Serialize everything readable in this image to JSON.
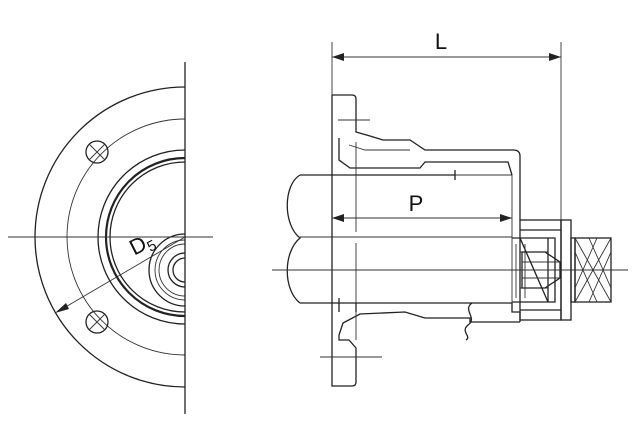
{
  "labels": {
    "overall_length": "L",
    "pipe_insertion": "P",
    "flange_diameter_letter": "D",
    "flange_diameter_subscript": "5"
  },
  "colors": {
    "line": "#222222",
    "background": "#ffffff"
  }
}
